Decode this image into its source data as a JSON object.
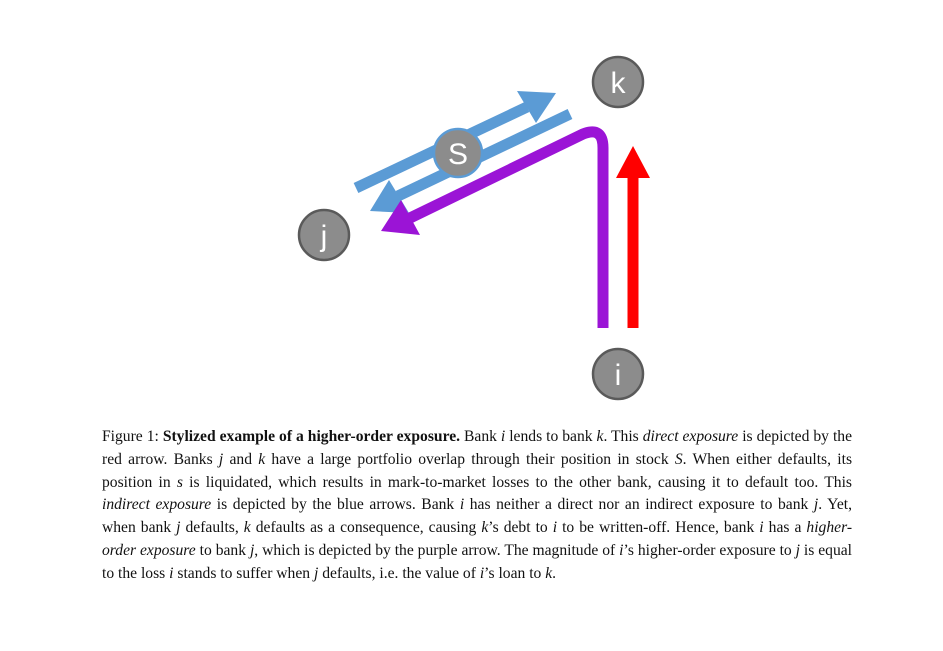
{
  "figure": {
    "nodes": {
      "k": "k",
      "s": "S",
      "j": "j",
      "i": "i"
    },
    "colors": {
      "node_fill": "#8c8c8c",
      "node_stroke": "#5a5a5a",
      "s_stroke": "#5b9bd5",
      "blue_arrow": "#5b9bd5",
      "purple_arrow": "#9b14d6",
      "red_arrow": "#ff0000"
    }
  },
  "caption": {
    "label": "Figure 1:",
    "title": "Stylized example of a higher-order exposure.",
    "s1": " Bank ",
    "v_i1": "i",
    "s2": " lends to bank ",
    "v_k1": "k",
    "s3": ". This ",
    "e_direct": "direct exposure",
    "s4": " is depicted by the red arrow. Banks ",
    "v_j1": "j",
    "s5": " and ",
    "v_k2": "k",
    "s6": " have a large portfolio overlap through their position in stock ",
    "v_S": "S",
    "s7": ". When either defaults, its position in ",
    "v_s": "s",
    "s8": " is liquidated, which results in mark-to-market losses to the other bank, causing it to default too. This ",
    "e_indirect": "indirect exposure",
    "s9": " is depicted by the blue arrows. Bank ",
    "v_i2": "i",
    "s10": " has neither a direct nor an indirect exposure to bank ",
    "v_j2": "j",
    "s11": ". Yet, when bank ",
    "v_j3": "j",
    "s12": " defaults, ",
    "v_k3": "k",
    "s13": " defaults as a consequence, causing ",
    "v_k4": "k",
    "s14": "’s debt to ",
    "v_i3": "i",
    "s15": " to be written-off. Hence, bank ",
    "v_i4": "i",
    "s16": " has a ",
    "e_higher": "higher-order exposure",
    "s17": " to bank ",
    "v_j4": "j",
    "s18": ", which is depicted by the purple arrow. The magnitude of ",
    "v_i5": "i",
    "s19": "’s higher-order exposure to ",
    "v_j5": "j",
    "s20": " is equal to the loss ",
    "v_i6": "i",
    "s21": " stands to suffer when ",
    "v_j6": "j",
    "s22": " defaults, i.e. the value of ",
    "v_i7": "i",
    "s23": "’s loan to ",
    "v_k5": "k",
    "s24": "."
  }
}
